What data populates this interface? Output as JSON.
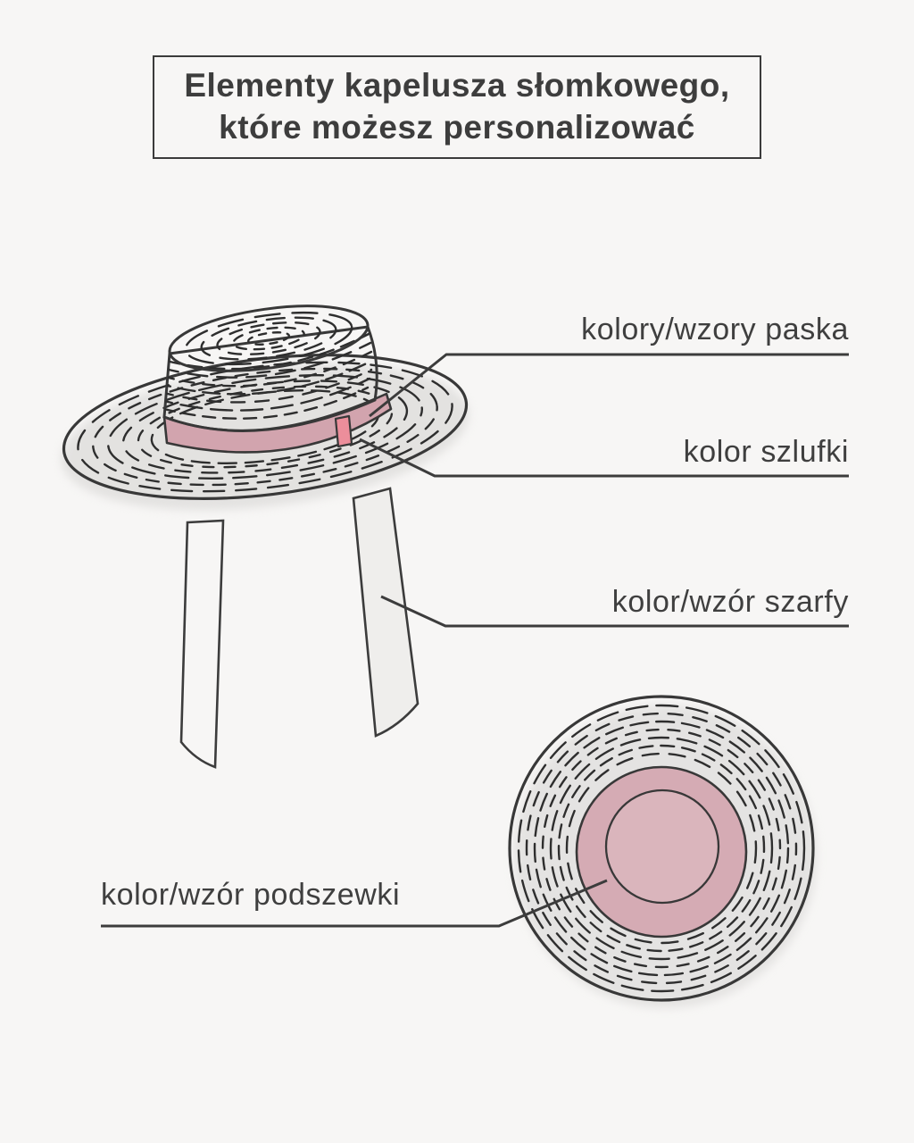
{
  "title": {
    "line1": "Elementy kapelusza słomkowego,",
    "line2": "które możesz personalizować"
  },
  "labels": {
    "paska": {
      "text": "kolory/wzory paska"
    },
    "szlufki": {
      "text": "kolor szlufki"
    },
    "szarfy": {
      "text": "kolor/wzór szarfy"
    },
    "podszewki": {
      "text": "kolor/wzór podszewki"
    }
  },
  "colors": {
    "background": "#f7f6f5",
    "ink": "#3c3c3c",
    "text": "#3f3f3f",
    "straw_white": "#fdfdfc",
    "crown_top": "#f5f4f2",
    "band_pink": "#d2a4ae",
    "loop_pink": "#ec8e9b",
    "lining_pink": "#d5abb4",
    "lining_inner_pink": "#dab5bc",
    "ribbon_gray": "#efeeec",
    "shadow_gray": "#dddcda"
  }
}
